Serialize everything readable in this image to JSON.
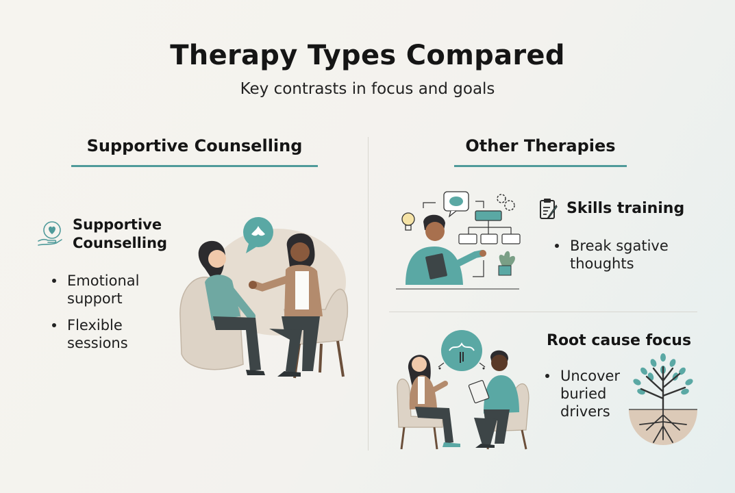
{
  "header": {
    "title": "Therapy Types Compared",
    "subtitle": "Key contrasts in focus and goals"
  },
  "left": {
    "heading": "Supportive Counselling",
    "card": {
      "icon": "heart-hand-icon",
      "title_line1": "Supportive",
      "title_line2": "Counselling",
      "bullets": [
        {
          "line1": "Emotional",
          "line2": "support"
        },
        {
          "line1": "Flexible",
          "line2": "sessions"
        }
      ]
    }
  },
  "right": {
    "heading": "Other Therapies",
    "skills": {
      "icon": "clipboard-pencil-icon",
      "title": "Skills training",
      "bullet_line1": "Break sgative",
      "bullet_line2": "thoughts"
    },
    "root": {
      "title": "Root cause focus",
      "bullet_line1": "Uncover",
      "bullet_line2": "buried",
      "bullet_line3": "drivers"
    }
  },
  "colors": {
    "accent": "#4f9a9a",
    "teal_fill": "#5aa8a4",
    "sand": "#ddd3c6",
    "dark": "#151515"
  }
}
